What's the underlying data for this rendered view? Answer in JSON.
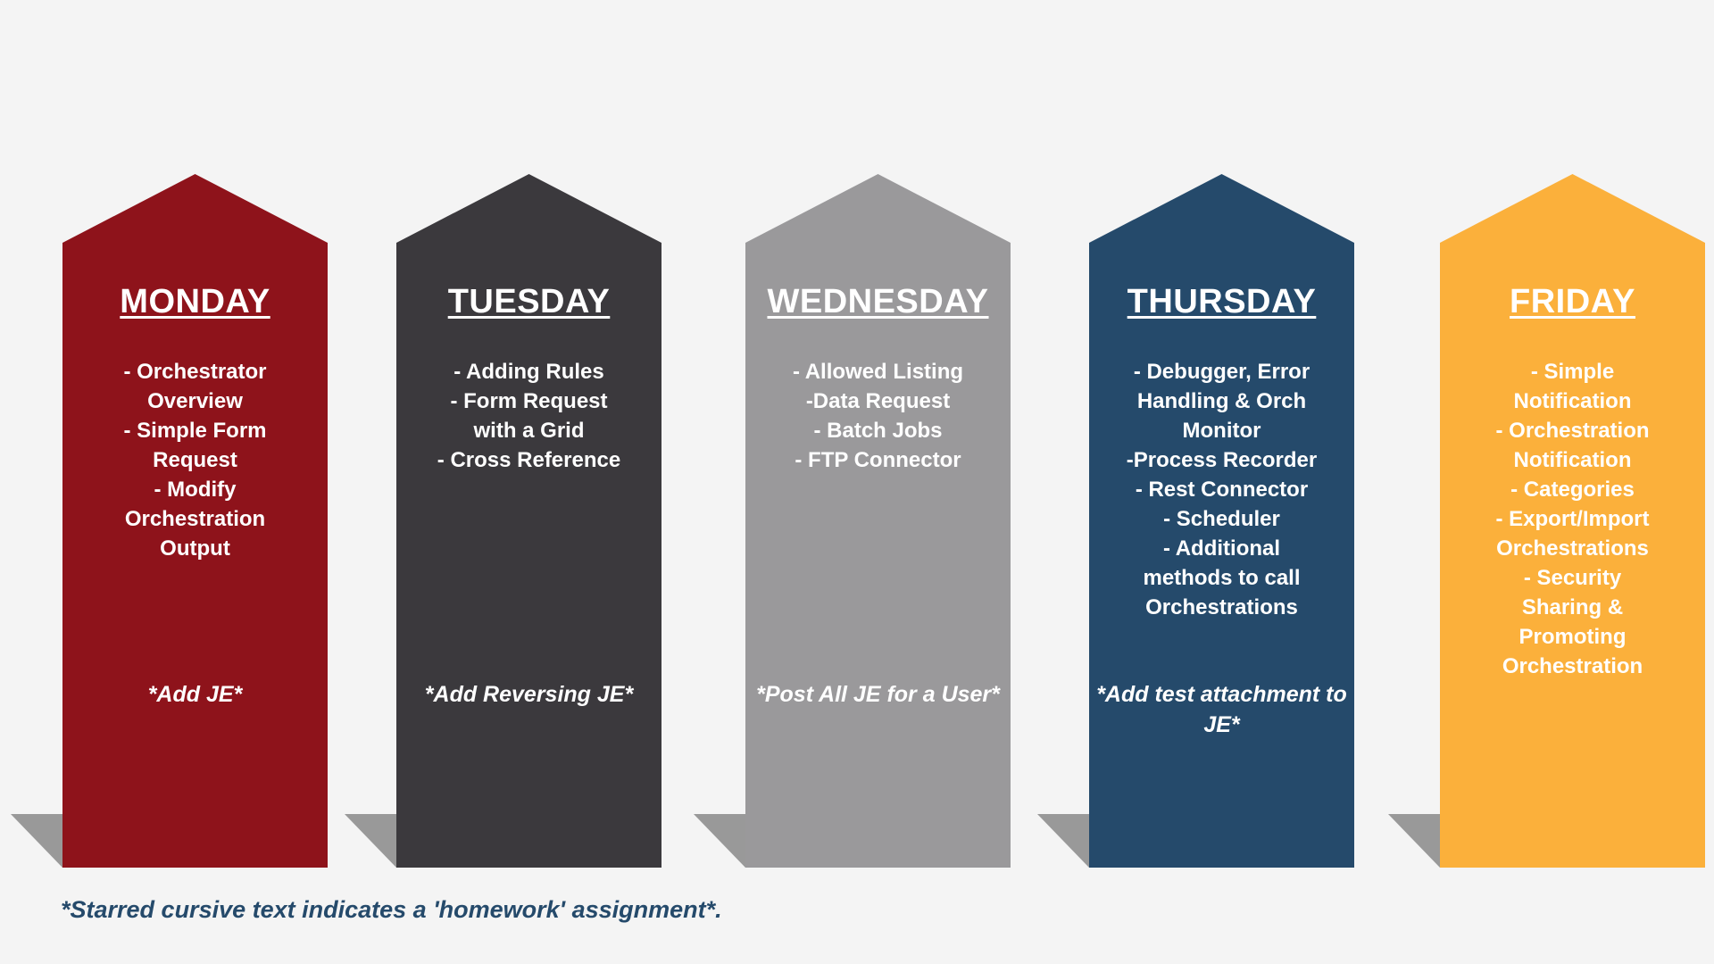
{
  "days": [
    {
      "name": "MONDAY",
      "color": "#8e131b",
      "topics": [
        "- Orchestrator",
        "Overview",
        "- Simple Form",
        "Request",
        "- Modify",
        "Orchestration",
        "Output"
      ],
      "homework": "*Add JE*"
    },
    {
      "name": "TUESDAY",
      "color": "#3b393d",
      "topics": [
        "- Adding Rules",
        "- Form Request",
        "with a Grid",
        "- Cross Reference"
      ],
      "homework": "*Add Reversing JE*"
    },
    {
      "name": "WEDNESDAY",
      "color": "#9a999b",
      "topics": [
        "- Allowed Listing",
        "-Data Request",
        "- Batch Jobs",
        "- FTP Connector"
      ],
      "homework": "*Post All JE for a User*"
    },
    {
      "name": "THURSDAY",
      "color": "#254a6b",
      "topics": [
        "- Debugger, Error",
        "Handling & Orch",
        "Monitor",
        "-Process Recorder",
        "- Rest Connector",
        "- Scheduler",
        "- Additional",
        "methods to call",
        "Orchestrations"
      ],
      "homework": "*Add test attachment to JE*"
    },
    {
      "name": "FRIDAY",
      "color": "#fbb03b",
      "topics": [
        "- Simple",
        "Notification",
        "- Orchestration",
        "Notification",
        "- Categories",
        "- Export/Import",
        "Orchestrations",
        "- Security",
        "Sharing &",
        "Promoting",
        "Orchestration"
      ],
      "homework": ""
    }
  ],
  "shadow_color": "#999999",
  "footnote": "*Starred cursive text indicates a 'homework' assignment*."
}
